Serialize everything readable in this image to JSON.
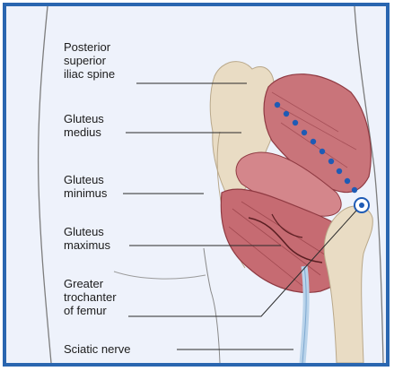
{
  "labels": {
    "psis": [
      "Posterior",
      "superior",
      "iliac spine"
    ],
    "gmed": [
      "Gluteus",
      "medius"
    ],
    "gmin": [
      "Gluteus",
      "minimus"
    ],
    "gmax": [
      "Gluteus",
      "maximus"
    ],
    "troch": [
      "Greater",
      "trochanter",
      "of femur"
    ],
    "sciatic": [
      "Sciatic nerve"
    ]
  },
  "colors": {
    "frame": "#2a66b0",
    "background": "#eef2fb",
    "muscle": "#c9747a",
    "muscle_dark": "#9c3f47",
    "bone": "#e9dcc4",
    "nerve": "#b9d3ea",
    "dots": "#1f5bb5"
  }
}
